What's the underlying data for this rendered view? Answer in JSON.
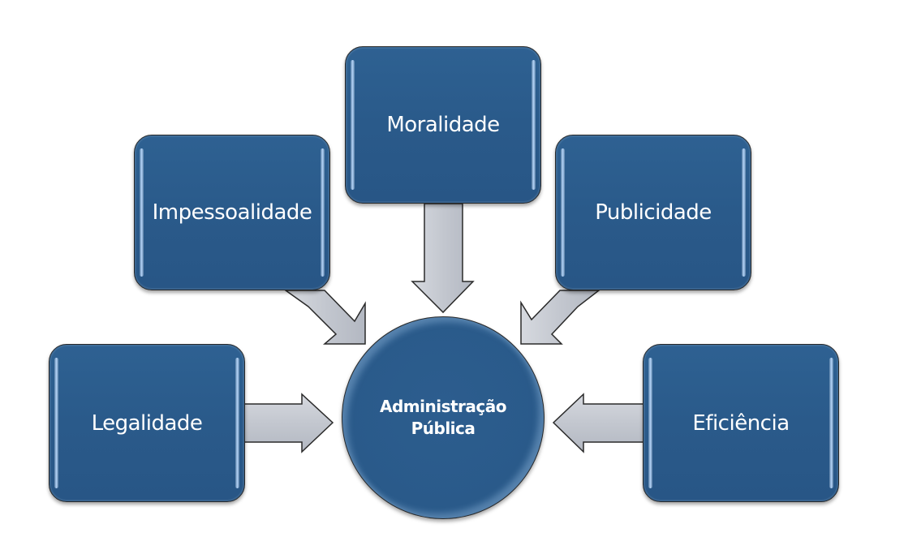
{
  "diagram": {
    "center": {
      "line1": "Administração",
      "line2": "Pública"
    },
    "principles": [
      {
        "id": "legalidade",
        "label": "Legalidade"
      },
      {
        "id": "impessoalidade",
        "label": "Impessoalidade"
      },
      {
        "id": "moralidade",
        "label": "Moralidade"
      },
      {
        "id": "publicidade",
        "label": "Publicidade"
      },
      {
        "id": "eficiencia",
        "label": "Eficiência"
      }
    ],
    "colors": {
      "box_fill": "#2a5a8a",
      "arrow_fill": "#c4c8d0",
      "text": "#ffffff",
      "background": "#ffffff"
    }
  }
}
